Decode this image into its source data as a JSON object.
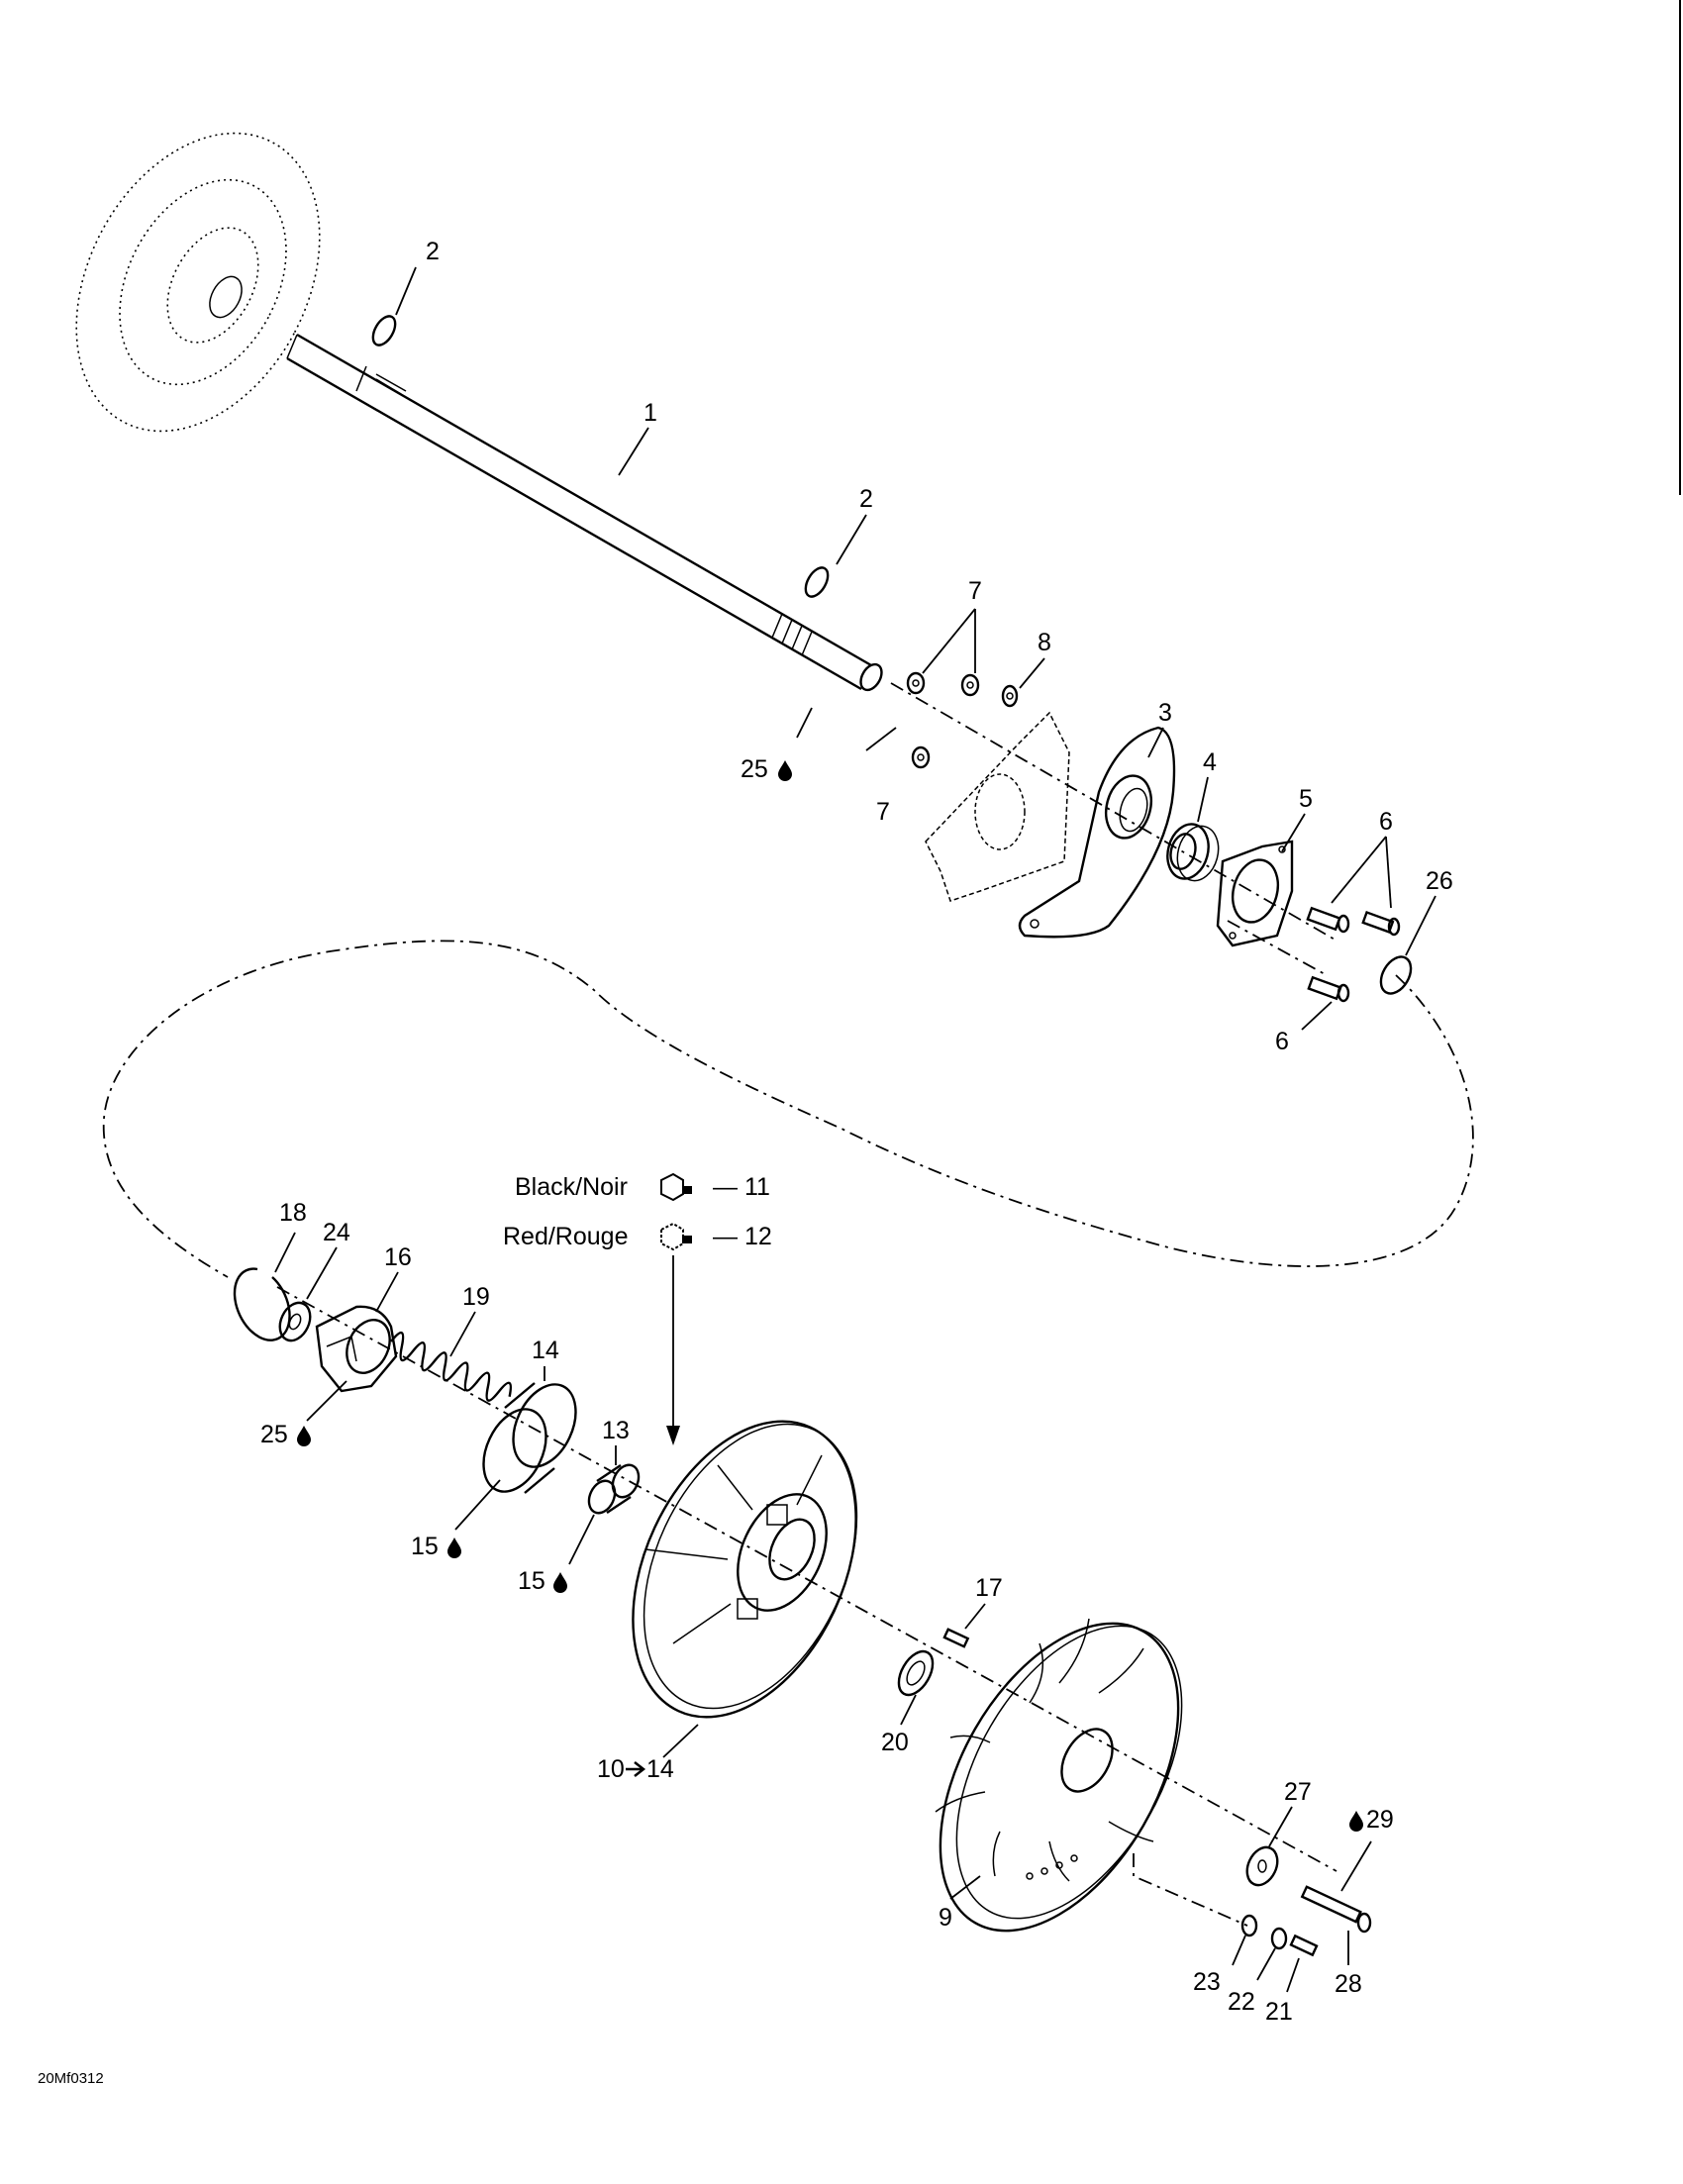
{
  "diagram_code": "20Mf0312",
  "colors": {
    "line": "#000000",
    "background": "#ffffff"
  },
  "legend": {
    "black": {
      "text": "Black/Noir",
      "ref": "— 11",
      "icon": "screw-black-icon"
    },
    "red": {
      "text": "Red/Rouge",
      "ref": "— 12",
      "icon": "screw-red-icon"
    }
  },
  "callouts": [
    {
      "id": "c1",
      "text": "1"
    },
    {
      "id": "c2a",
      "text": "2"
    },
    {
      "id": "c2b",
      "text": "2"
    },
    {
      "id": "c3",
      "text": "3"
    },
    {
      "id": "c4",
      "text": "4"
    },
    {
      "id": "c5",
      "text": "5"
    },
    {
      "id": "c6a",
      "text": "6"
    },
    {
      "id": "c6b",
      "text": "6"
    },
    {
      "id": "c7a",
      "text": "7"
    },
    {
      "id": "c7b",
      "text": "7"
    },
    {
      "id": "c8",
      "text": "8"
    },
    {
      "id": "c9",
      "text": "9"
    },
    {
      "id": "c10",
      "text": "10"
    },
    {
      "id": "c10to",
      "text": "14"
    },
    {
      "id": "c13",
      "text": "13"
    },
    {
      "id": "c14",
      "text": "14"
    },
    {
      "id": "c15a",
      "text": "15"
    },
    {
      "id": "c15b",
      "text": "15"
    },
    {
      "id": "c16",
      "text": "16"
    },
    {
      "id": "c17",
      "text": "17"
    },
    {
      "id": "c18",
      "text": "18"
    },
    {
      "id": "c19",
      "text": "19"
    },
    {
      "id": "c20",
      "text": "20"
    },
    {
      "id": "c21",
      "text": "21"
    },
    {
      "id": "c22",
      "text": "22"
    },
    {
      "id": "c23",
      "text": "23"
    },
    {
      "id": "c24",
      "text": "24"
    },
    {
      "id": "c25a",
      "text": "25"
    },
    {
      "id": "c25b",
      "text": "25"
    },
    {
      "id": "c26",
      "text": "26"
    },
    {
      "id": "c27",
      "text": "27"
    },
    {
      "id": "c28",
      "text": "28"
    },
    {
      "id": "c29",
      "text": "29"
    }
  ]
}
